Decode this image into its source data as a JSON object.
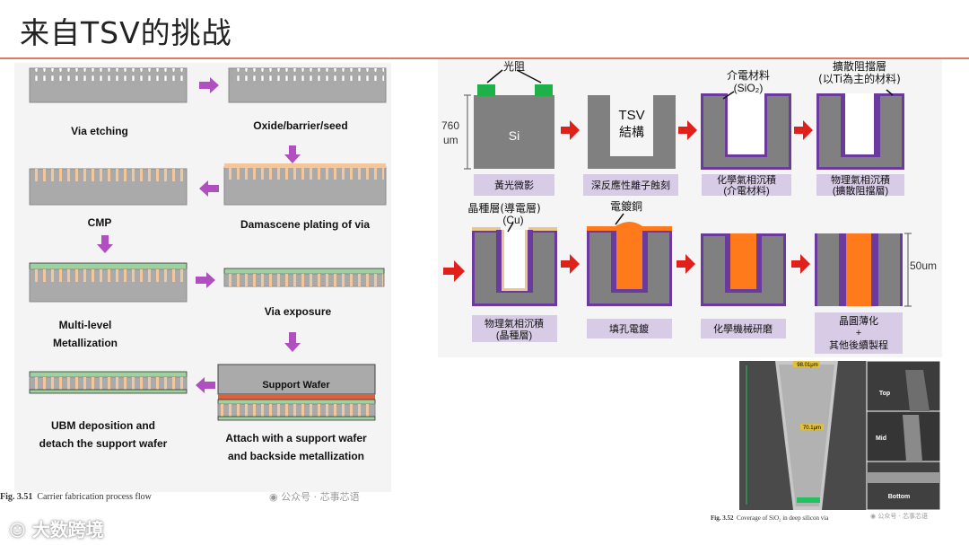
{
  "slide": {
    "title": "来自TSV的挑战"
  },
  "left_flow": {
    "steps": [
      {
        "label": "Via etching"
      },
      {
        "label": "Oxide/barrier/seed"
      },
      {
        "label": "CMP"
      },
      {
        "label": "Damascene plating of via"
      },
      {
        "label": "Multi-level Metallization"
      },
      {
        "label": "Via exposure"
      },
      {
        "label": "UBM deposition and detach the support wafer"
      },
      {
        "label": "Attach with a support wafer and backside metallization"
      }
    ],
    "support_wafer_label": "Support Wafer",
    "caption_num": "Fig. 3.51",
    "caption_text": "Carrier fabrication process flow",
    "watermark": "公众号 · 芯事芯语"
  },
  "right_flow": {
    "dimension_760": "760",
    "dimension_760_unit": "um",
    "dimension_50": "50um",
    "si_label": "Si",
    "tsv_label_1": "TSV",
    "tsv_label_2": "結構",
    "top_labels": {
      "photoresist": "光阻",
      "dielectric_1": "介電材料",
      "dielectric_2": "(SiO₂)",
      "barrier_1": "擴散阻擋層",
      "barrier_2": "(以Ti為主的材料)",
      "seed_1": "晶種層(導電層)",
      "seed_2": "(Cu)",
      "plated_cu": "電鍍銅"
    },
    "step_labels": [
      {
        "l1": "黃光微影",
        "l2": ""
      },
      {
        "l1": "深反應性離子蝕刻",
        "l2": ""
      },
      {
        "l1": "化學氣相沉積",
        "l2": "(介電材料)"
      },
      {
        "l1": "物理氣相沉積",
        "l2": "(擴散阻擋層)"
      },
      {
        "l1": "物理氣相沉積",
        "l2": "(晶種層)"
      },
      {
        "l1": "填孔電鍍",
        "l2": ""
      },
      {
        "l1": "化學機械研磨",
        "l2": ""
      },
      {
        "l1": "晶圓薄化",
        "l2": "+"
      },
      {
        "l1": "其他後續製程",
        "l2": ""
      }
    ]
  },
  "sem_figure": {
    "top_width": "98.01μm",
    "mid_width": "70.1μm",
    "panel_labels": [
      "Top",
      "Mid",
      "Bottom"
    ],
    "caption_num": "Fig. 3.52",
    "caption_text": "Coverage of SiO₂ in deep silicon via",
    "watermark": "公众号 · 芯事芯语"
  },
  "brand": {
    "logo_text": "大数跨境"
  },
  "colors": {
    "accent": "#e07a5f",
    "arrow_purple": "#b04fc0",
    "arrow_red": "#e0201b",
    "silicon": "#808080",
    "dielectric": "#6a3a9c",
    "copper": "#ff7a1a",
    "label_box": "#d8cbe6",
    "photoresist": "#20b04a"
  }
}
